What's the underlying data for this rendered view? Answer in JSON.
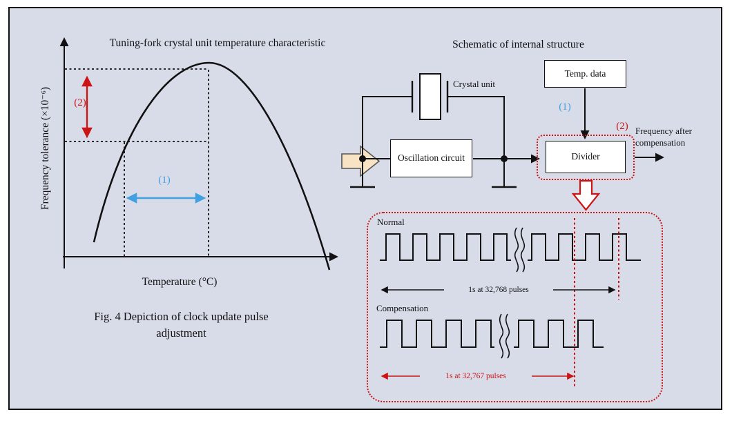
{
  "figure": {
    "caption": "Fig. 4 Depiction of clock update pulse adjustment"
  },
  "colors": {
    "panel_background": "#d8dce9",
    "panel_border": "#111111",
    "accent_red": "#cc1414",
    "accent_blue": "#41a0e0",
    "flow_arrow_fill": "#f8e3c5"
  },
  "temperature_graph": {
    "title": "Tuning-fork crystal unit temperature characteristic",
    "y_axis_label": "Frequency tolerance (×10⁻⁶)",
    "x_axis_label": "Temperature (°C)",
    "frequency_tolerance_marker": "(2)",
    "temperature_range_marker": "(1)"
  },
  "schematic": {
    "title": "Schematic of internal structure",
    "crystal_unit_label": "Crystal unit",
    "oscillation_circuit_label": "Oscillation circuit",
    "temp_data_label": "Temp. data",
    "divider_label": "Divider",
    "temp_data_flow_marker": "(1)",
    "divider_adjust_marker": "(2)",
    "output_label": "Frequency after compensation"
  },
  "pulse_panel": {
    "normal_label": "Normal",
    "normal_duration_label": "1s at 32,768 pulses",
    "compensation_label": "Compensation",
    "compensation_duration_label": "1s at 32,767 pulses"
  }
}
